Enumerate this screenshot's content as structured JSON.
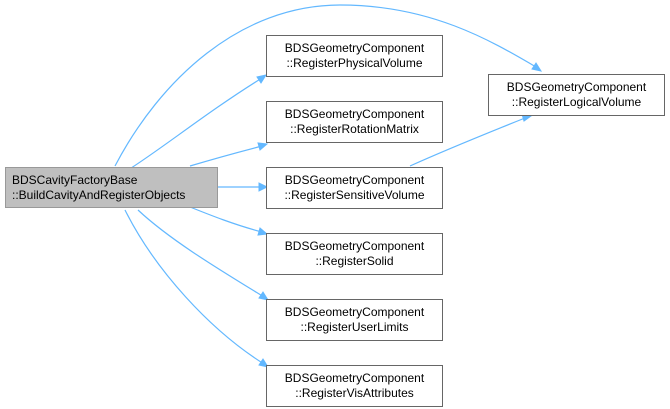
{
  "root": {
    "line1": "BDSCavityFactoryBase",
    "line2": "::BuildCavityAndRegisterObjects"
  },
  "nodes": [
    {
      "line1": "BDSGeometryComponent",
      "line2": "::RegisterPhysicalVolume"
    },
    {
      "line1": "BDSGeometryComponent",
      "line2": "::RegisterRotationMatrix"
    },
    {
      "line1": "BDSGeometryComponent",
      "line2": "::RegisterSensitiveVolume"
    },
    {
      "line1": "BDSGeometryComponent",
      "line2": "::RegisterSolid"
    },
    {
      "line1": "BDSGeometryComponent",
      "line2": "::RegisterUserLimits"
    },
    {
      "line1": "BDSGeometryComponent",
      "line2": "::RegisterVisAttributes"
    },
    {
      "line1": "BDSGeometryComponent",
      "line2": "::RegisterLogicalVolume"
    }
  ],
  "colors": {
    "edge": "#63b8ff",
    "root_fill": "#bfbfbf",
    "node_border": "#666666"
  }
}
